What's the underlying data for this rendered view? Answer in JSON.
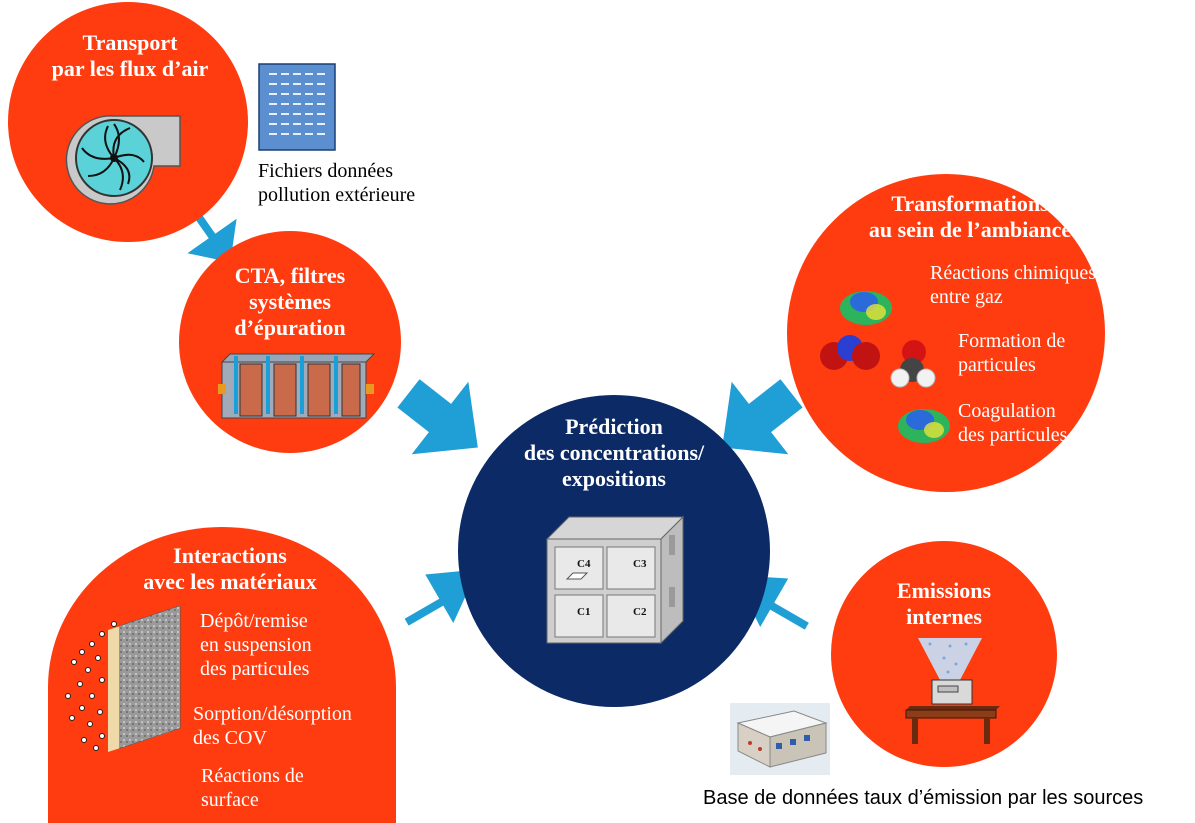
{
  "transport": {
    "title_line1": "Transport",
    "title_line2": "par les flux d’air"
  },
  "outdoor_files": {
    "line1": "Fichiers données",
    "line2": "pollution extérieure"
  },
  "cta": {
    "line1": "CTA, filtres",
    "line2": "systèmes",
    "line3": "d’épuration"
  },
  "center": {
    "line1": "Prédiction",
    "line2": "des concentrations/",
    "line3": "expositions",
    "room_labels": [
      "C4",
      "C3",
      "C1",
      "C2"
    ]
  },
  "transformations": {
    "title_line1": "Transformations",
    "title_line2": "au sein de l’ambiance",
    "item1_line1": "Réactions chimiques",
    "item1_line2": "entre gaz",
    "item2_line1": "Formation de",
    "item2_line2": "particules",
    "item3_line1": "Coagulation",
    "item3_line2": "des particules"
  },
  "interactions": {
    "title_line1": "Interactions",
    "title_line2": "avec les matériaux",
    "item1_line1": "Dépôt/remise",
    "item1_line2": "en suspension",
    "item1_line3": "des particules",
    "item2_line1": "Sorption/désorption",
    "item2_line2": "des COV",
    "item3_line1": "Réactions de",
    "item3_line2": "surface"
  },
  "emissions": {
    "line1": "Emissions",
    "line2": "internes"
  },
  "database": {
    "caption": "Base de données taux d’émission par les sources"
  },
  "colors": {
    "circle_red": "#ff3c0f",
    "center_navy": "#0c2a66",
    "arrow_blue": "#1f9fd6"
  }
}
